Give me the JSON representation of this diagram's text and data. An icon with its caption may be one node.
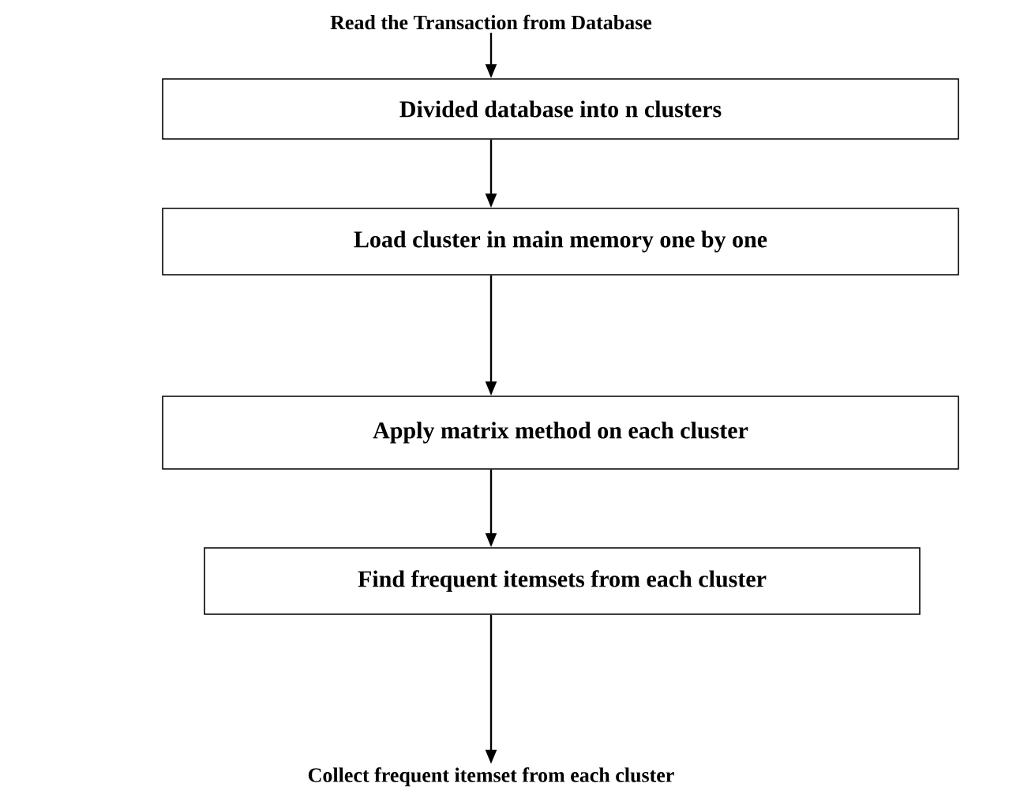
{
  "diagram": {
    "nodes": [
      {
        "text": [
          "Read the Transaction from Database"
        ]
      },
      {
        "text": [
          "Divided database into n clusters"
        ]
      },
      {
        "text": [
          "Load cluster in main memory one by one"
        ]
      },
      {
        "text": [
          "Apply matrix method on each cluster"
        ]
      },
      {
        "text": [
          "Find frequent itemsets from each cluster"
        ]
      },
      {
        "text": [
          "Collect frequent itemset from  each cluster"
        ]
      }
    ],
    "edges": [
      {
        "from": 0,
        "to": 1,
        "arrow": "to"
      },
      {
        "from": 1,
        "to": 2,
        "arrow": "to"
      },
      {
        "from": 2,
        "to": 3,
        "arrow": "to"
      },
      {
        "from": 3,
        "to": 4,
        "arrow": "to"
      },
      {
        "from": 4,
        "to": 5,
        "arrow": "to"
      }
    ]
  }
}
